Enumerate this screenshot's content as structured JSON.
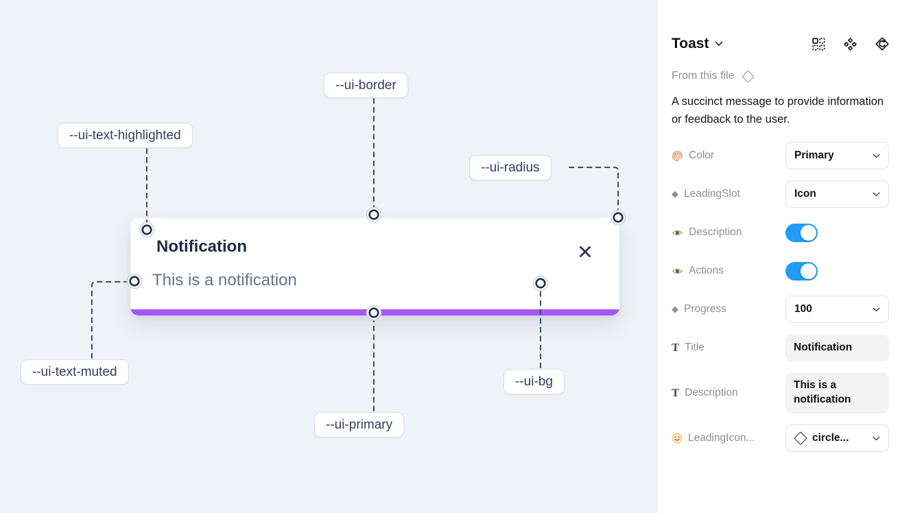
{
  "colors": {
    "canvas_bg": "#eff2f7",
    "progress_bar_purple": "#a855f7",
    "toggle_on_blue": "#1f9cf5",
    "annotation_text": "#32405c",
    "toast_title_text": "#1d2b45",
    "toast_muted_text": "#64748b"
  },
  "canvas": {
    "toast": {
      "title": "Notification",
      "description": "This is a notification",
      "close_icon": "x-close-icon",
      "progress_percent": 100
    },
    "labels": {
      "border": "--ui-border",
      "text_highlighted": "--ui-text-highlighted",
      "radius": "--ui-radius",
      "text_muted": "--ui-text-muted",
      "primary": "--ui-primary",
      "bg": "--ui-bg"
    }
  },
  "panel": {
    "title": "Toast",
    "header_icons": [
      "instance-grid-icon",
      "component-icon",
      "return-to-instance-icon"
    ],
    "source": "From this file",
    "description": "A succinct message to provide information or feedback to the user.",
    "properties": [
      {
        "icon": "palette-icon",
        "label": "Color",
        "control": "dropdown",
        "value": "Primary"
      },
      {
        "icon": "diamond-icon",
        "label": "LeadingSlot",
        "control": "dropdown",
        "value": "Icon"
      },
      {
        "icon": "eye-icon",
        "label": "Description",
        "control": "toggle",
        "value": "on"
      },
      {
        "icon": "eye-icon",
        "label": "Actions",
        "control": "toggle",
        "value": "on"
      },
      {
        "icon": "diamond-icon",
        "label": "Progress",
        "control": "dropdown",
        "value": "100"
      },
      {
        "icon": "text-icon",
        "label": "Title",
        "control": "textfield",
        "value": "Notification"
      },
      {
        "icon": "text-icon",
        "label": "Description",
        "control": "textarea",
        "value": "This is a notification"
      },
      {
        "icon": "smiley-icon",
        "label": "LeadingIcon...",
        "control": "dropdown-icon",
        "value": "circle..."
      }
    ]
  }
}
